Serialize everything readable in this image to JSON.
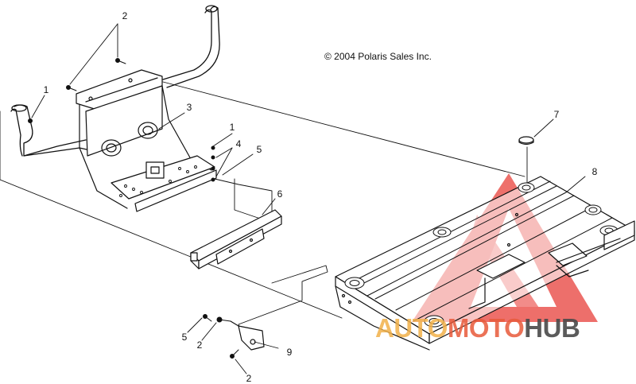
{
  "copyright": "© 2004 Polaris Sales Inc.",
  "callouts": [
    {
      "id": "c2-top",
      "text": "2"
    },
    {
      "id": "c1-left",
      "text": "1"
    },
    {
      "id": "c3",
      "text": "3"
    },
    {
      "id": "c1-mid",
      "text": "1"
    },
    {
      "id": "c4",
      "text": "4"
    },
    {
      "id": "c5-mid",
      "text": "5"
    },
    {
      "id": "c6",
      "text": "6"
    },
    {
      "id": "c7",
      "text": "7"
    },
    {
      "id": "c8",
      "text": "8"
    },
    {
      "id": "c5-low",
      "text": "5"
    },
    {
      "id": "c2-low",
      "text": "2"
    },
    {
      "id": "c9",
      "text": "9"
    },
    {
      "id": "c2-bottom",
      "text": "2"
    }
  ],
  "watermark": {
    "part1": "AUTO",
    "part2": "MOTO",
    "part3": "HUB",
    "color1": "#f2b14a",
    "color2": "#e85a3a",
    "color3": "#4a4a4a",
    "logo_color": "#e8403a"
  }
}
